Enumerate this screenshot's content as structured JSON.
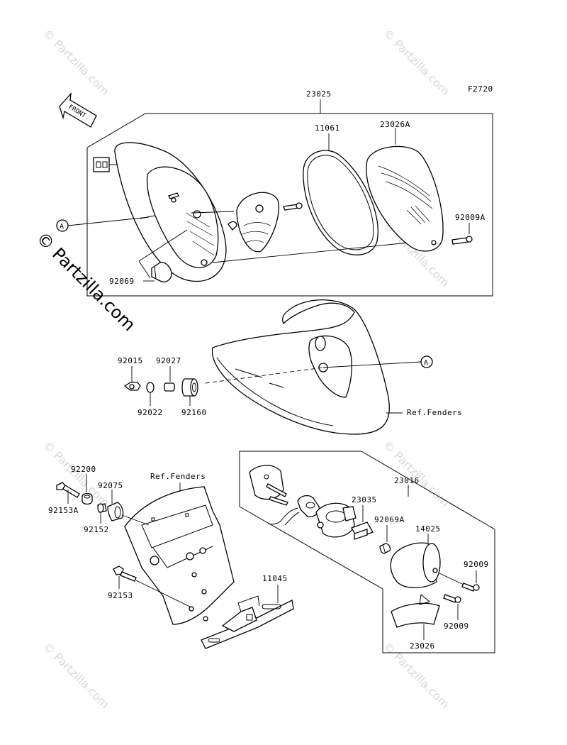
{
  "figure_code": "F2720",
  "front_label": "FRONT",
  "watermark": {
    "text": "© Partzilla.com",
    "big_text": "© Partzilla.com"
  },
  "callouts": {
    "a1": "A",
    "a2": "A"
  },
  "parts": {
    "p23025": "23025",
    "p11061": "11061",
    "p23026A": "23026A",
    "p92009A": "92009A",
    "p92069": "92069",
    "p92015": "92015",
    "p92027": "92027",
    "p92022": "92022",
    "p92160": "92160",
    "ref_fenders_1": "Ref.Fenders",
    "p92200": "92200",
    "p92075": "92075",
    "p92153A": "92153A",
    "p92152": "92152",
    "ref_fenders_2": "Ref.Fenders",
    "p92153": "92153",
    "p11045": "11045",
    "p23016": "23016",
    "p23035": "23035",
    "p92069A": "92069A",
    "p14025": "14025",
    "p92009_1": "92009",
    "p92009_2": "92009",
    "p23026": "23026"
  }
}
